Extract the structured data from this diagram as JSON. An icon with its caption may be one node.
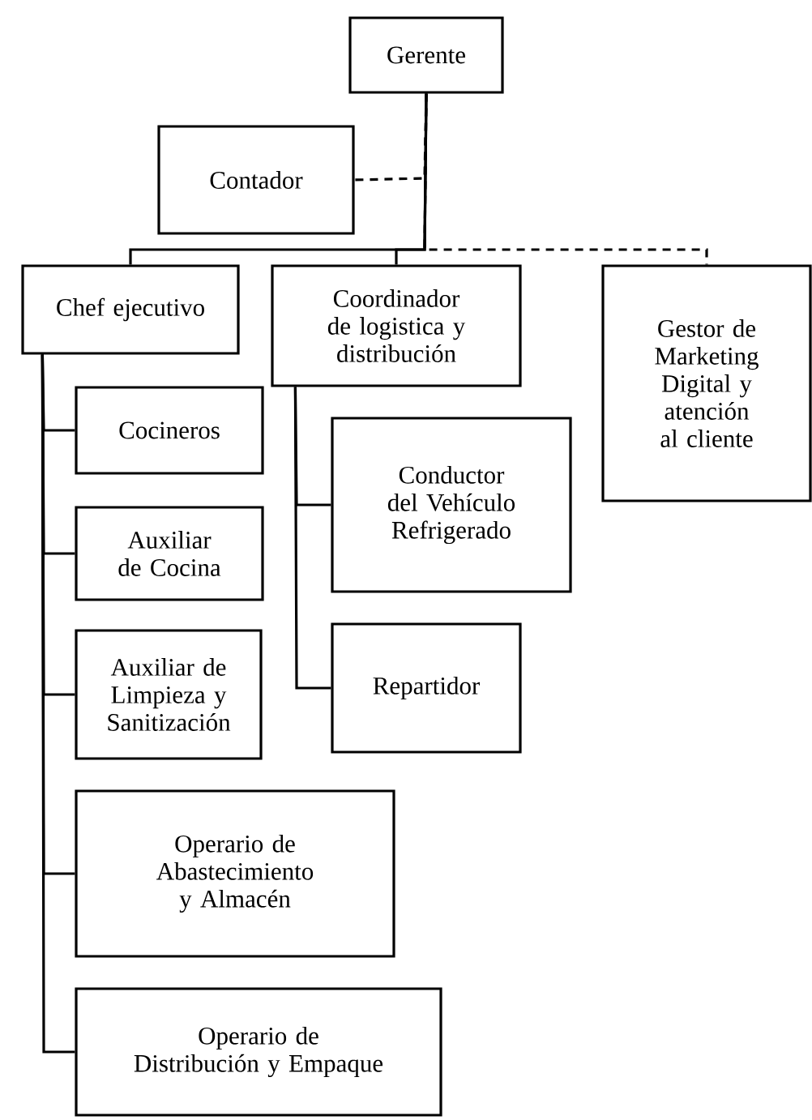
{
  "diagram": {
    "nodes": [
      {
        "text": [
          "Gerente"
        ]
      },
      {
        "text": [
          "Contador"
        ]
      },
      {
        "text": [
          "Chef ejecutivo"
        ]
      },
      {
        "text": [
          "Coordinador de logistica y distribución"
        ]
      },
      {
        "text": [
          "Gestor de Marketing Digital y atención al cliente"
        ]
      },
      {
        "text": [
          "Cocineros"
        ]
      },
      {
        "text": [
          "Auxiliar de Cocina"
        ]
      },
      {
        "text": [
          "Auxiliar de Limpieza y Sanitización"
        ]
      },
      {
        "text": [
          "Conductor del Vehículo Refrigerado"
        ]
      },
      {
        "text": [
          "Repartidor"
        ]
      },
      {
        "text": [
          "Operario de Abastecimiento y Almacén"
        ]
      },
      {
        "text": [
          "Operario de Distribución y Empaque"
        ]
      }
    ],
    "edges": [
      {
        "from": 0,
        "to": 1,
        "arrow": "none",
        "style": "dashed"
      },
      {
        "from": 0,
        "to": 2,
        "arrow": "none"
      },
      {
        "from": 0,
        "to": 3,
        "arrow": "none"
      },
      {
        "from": 0,
        "to": 4,
        "arrow": "none",
        "style": "dashed"
      },
      {
        "from": 2,
        "to": 5,
        "arrow": "none"
      },
      {
        "from": 2,
        "to": 6,
        "arrow": "none"
      },
      {
        "from": 2,
        "to": 7,
        "arrow": "none"
      },
      {
        "from": 2,
        "to": 10,
        "arrow": "none"
      },
      {
        "from": 2,
        "to": 11,
        "arrow": "none"
      },
      {
        "from": 3,
        "to": 8,
        "arrow": "none"
      },
      {
        "from": 3,
        "to": 9,
        "arrow": "none"
      }
    ]
  }
}
